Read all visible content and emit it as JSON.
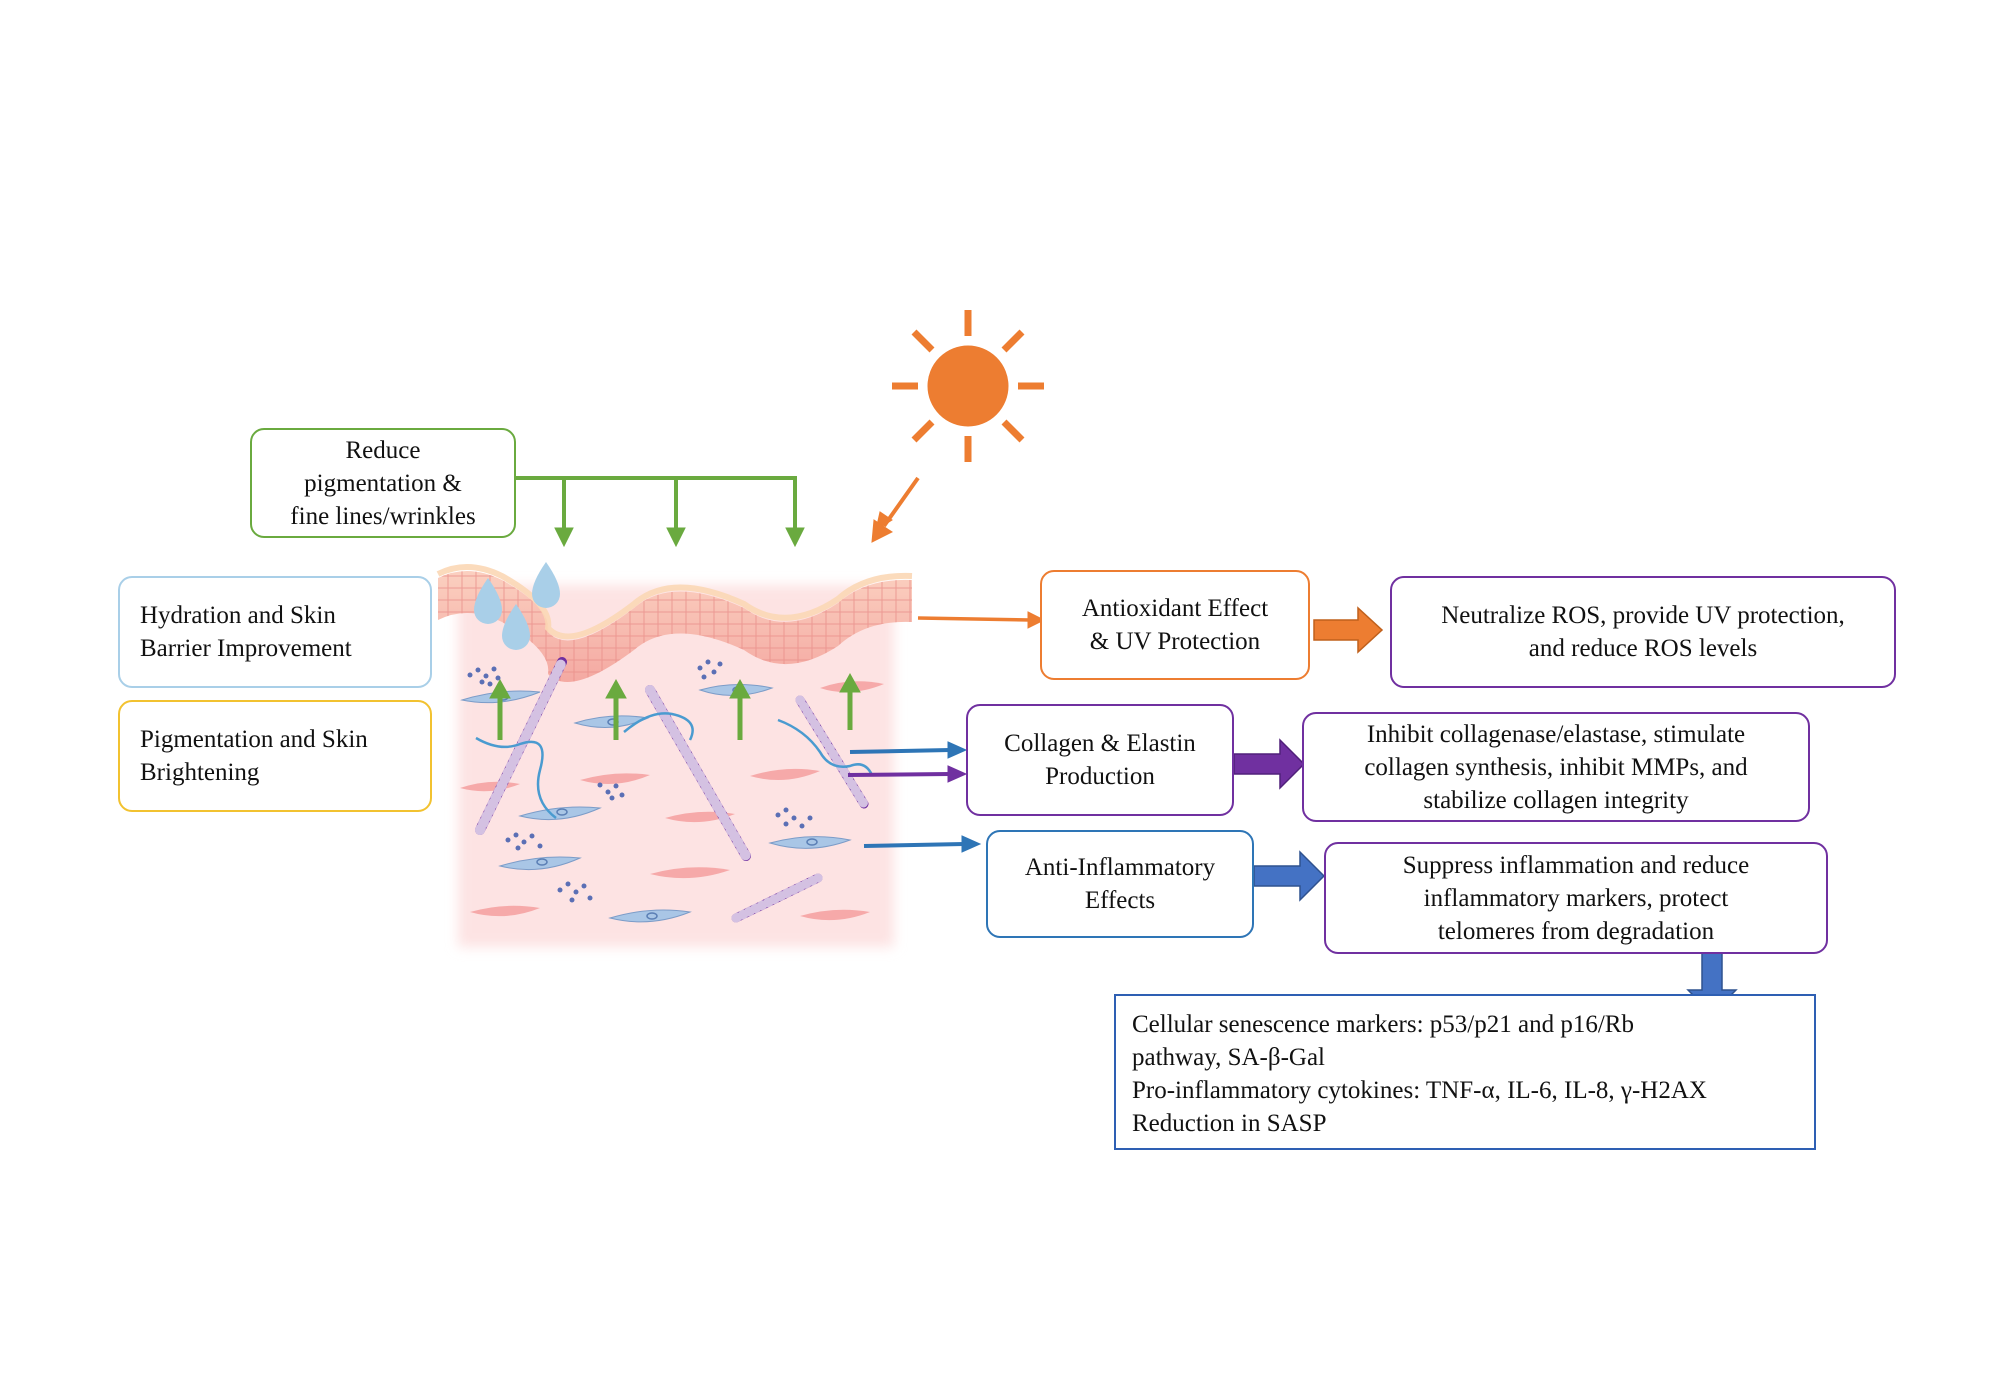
{
  "boxes": {
    "reduce_pigmentation": {
      "text": "Reduce\npigmentation &\nfine lines/wrinkles",
      "color": "#6aaa3f"
    },
    "hydration": {
      "text": "Hydration and Skin\nBarrier Improvement",
      "color": "#a9cfe8"
    },
    "pigmentation_brightening": {
      "text": "Pigmentation and Skin\nBrightening",
      "color": "#f2c230"
    },
    "antioxidant": {
      "text": "Antioxidant Effect\n& UV Protection",
      "color": "#ed7d31"
    },
    "neutralize_ros": {
      "text": "Neutralize ROS, provide UV protection,\nand reduce ROS levels",
      "color": "#7030a0"
    },
    "collagen": {
      "text": "Collagen & Elastin\nProduction",
      "color": "#7030a0"
    },
    "inhibit_collagenase": {
      "text": "Inhibit collagenase/elastase, stimulate\ncollagen synthesis, inhibit MMPs, and\nstabilize collagen integrity",
      "color": "#7030a0"
    },
    "anti_inflammatory": {
      "text": "Anti-Inflammatory\nEffects",
      "color": "#2e75b6"
    },
    "suppress_inflammation": {
      "text": "Suppress inflammation and reduce\ninflammatory markers, protect\ntelomeres from degradation",
      "color": "#7030a0"
    },
    "markers": {
      "lines": [
        "Cellular senescence markers: p53/p21 and p16/Rb",
        "pathway, SA-β-Gal",
        "Pro-inflammatory cytokines: TNF-α, IL-6, IL-8, γ-H2AX",
        "Reduction in SASP"
      ],
      "color": "#2e5fb3"
    }
  },
  "colors": {
    "sun": "#ed7d31",
    "green_arrow": "#6aaa3f",
    "orange_arrow": "#ed7d31",
    "purple_arrow": "#7030a0",
    "blue_arrow": "#2e75b6",
    "fat_blue_arrow": "#4472c4",
    "skin": "#fde3e3",
    "epidermis": "#f7b9b2",
    "droplet": "#a9cfe8",
    "fibroblast": "#a9c6e6",
    "red_cell": "#f6a9a9",
    "collagen_fiber": "#7030a0",
    "elastin_fiber": "#4a9bd0"
  },
  "icons": [
    "sun-icon",
    "water-droplet-icon",
    "fibroblast-cell-icon",
    "collagen-fiber-icon",
    "elastin-fiber-icon",
    "skin-cross-section-icon"
  ]
}
